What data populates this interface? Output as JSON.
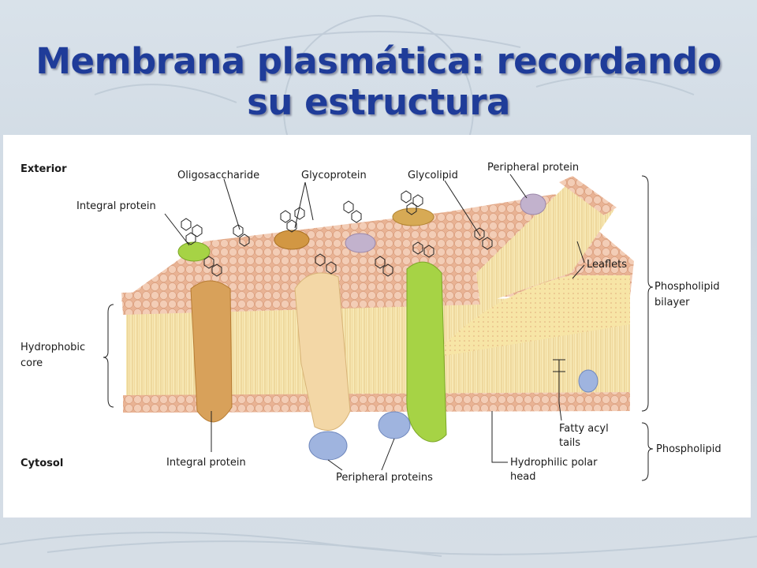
{
  "slide": {
    "title_line1": "Membrana plasmática: recordando",
    "title_line2": "su estructura"
  },
  "diagram": {
    "labels": {
      "exterior": "Exterior",
      "cytosol": "Cytosol",
      "oligosaccharide": "Oligosaccharide",
      "glycoprotein": "Glycoprotein",
      "glycolipid": "Glycolipid",
      "peripheral_protein": "Peripheral protein",
      "integral_protein_top": "Integral protein",
      "integral_protein_bottom": "Integral protein",
      "leaflets": "Leaflets",
      "phospholipid_bilayer_1": "Phospholipid",
      "phospholipid_bilayer_2": "bilayer",
      "hydrophobic_core_1": "Hydrophobic",
      "hydrophobic_core_2": "core",
      "fatty_acyl_1": "Fatty acyl",
      "fatty_acyl_2": "tails",
      "phospholipid": "Phospholipid",
      "hydrophilic_1": "Hydrophilic polar",
      "hydrophilic_2": "head",
      "peripheral_proteins": "Peripheral proteins"
    },
    "colors": {
      "title": "#1f3c99",
      "head": "#f0c2a8",
      "tails": "#f5e2a0",
      "integral_brown": "#d9a55a",
      "integral_cream": "#f3d9a8",
      "integral_green": "#a8d44a",
      "peripheral_blue": "#9fb3de",
      "peripheral_violet": "#c2b4cc"
    }
  }
}
